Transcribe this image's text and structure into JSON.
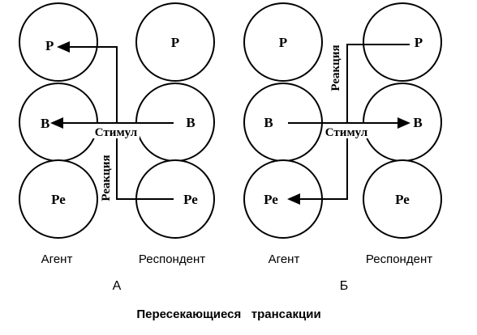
{
  "panel_a": {
    "agent_states": [
      "Р",
      "В",
      "Ре"
    ],
    "respondent_states": [
      "Р",
      "В",
      "Ре"
    ],
    "stimulus_label": "Стимул",
    "reaction_label": "Реакция",
    "agent_label": "Агент",
    "respondent_label": "Респондент",
    "panel_letter": "А"
  },
  "panel_b": {
    "agent_states": [
      "Р",
      "В",
      "Ре"
    ],
    "respondent_states": [
      "Р",
      "В",
      "Ре"
    ],
    "stimulus_label": "Стимул",
    "reaction_label": "Реакция",
    "agent_label": "Агент",
    "respondent_label": "Респондент",
    "panel_letter": "Б"
  },
  "caption": "Пересекающиеся   трансакции"
}
